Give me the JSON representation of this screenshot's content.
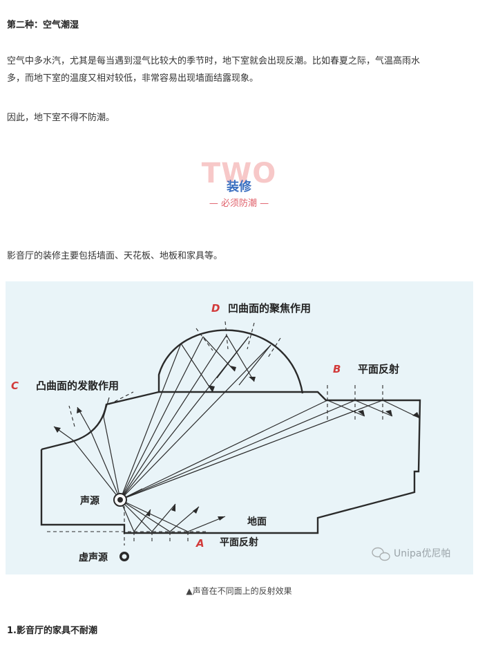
{
  "heading_air": "第二种：空气潮湿",
  "para_air_1": "空气中多水汽，尤其是每当遇到湿气比较大的季节时，地下室就会出现反潮。比如春夏之际，气温高雨水",
  "para_air_2": "多，而地下室的温度又相对较低，非常容易出现墙面结露现象。",
  "para_therefore": "因此，地下室不得不防潮。",
  "section": {
    "number_en": "TWO",
    "title": "装修",
    "subtitle": "— 必须防潮 —"
  },
  "para_decor": "影音厅的装修主要包括墙面、天花板、地板和家具等。",
  "figure": {
    "label_d_letter": "D",
    "label_d": "凹曲面的聚焦作用",
    "label_b_letter": "B",
    "label_b": "平面反射",
    "label_c_letter": "C",
    "label_c": "凸曲面的发散作用",
    "label_source": "声源",
    "label_floor": "地面",
    "label_a_letter": "A",
    "label_a": "平面反射",
    "label_virtual_source": "虚声源",
    "watermark": "Unipa优尼帕",
    "colors": {
      "background": "#e9f4f8",
      "lines": "#2a2a2a",
      "letter": "#d23a3a"
    }
  },
  "caption": "▲声音在不同面上的反射效果",
  "footer_heading": "1.影音厅的家具不耐潮"
}
